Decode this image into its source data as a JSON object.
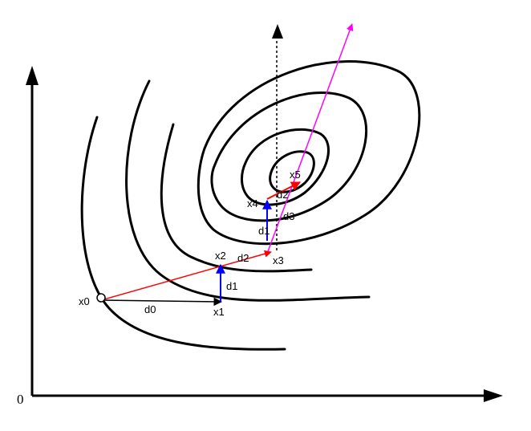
{
  "origin_label": "0",
  "points": {
    "x0": "x0",
    "x1": "x1",
    "x2": "x2",
    "x3": "x3",
    "x4": "x4",
    "x5": "x5"
  },
  "directions": {
    "d0": "d0",
    "d1_first": "d1",
    "d2_first": "d2",
    "d1_second": "d1",
    "d3": "d3",
    "d2_second": "d2"
  },
  "colors": {
    "contour": "#000000",
    "axis": "#000000",
    "d0_arrow": "#000000",
    "coordinate_step": "#0000ff",
    "pattern_move": "#ff0000",
    "search_direction": "#ff00ff",
    "dashed_line": "#000000"
  }
}
